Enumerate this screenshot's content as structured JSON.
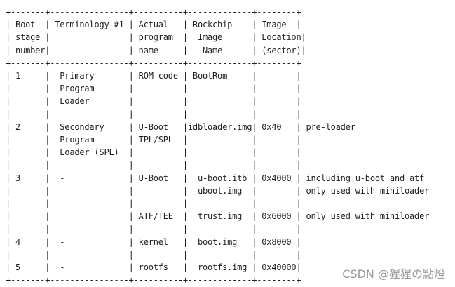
{
  "table_text_lines": [
    "+-------+----------------+----------+-------------+--------+",
    "| Boot  | Terminology #1 | Actual   | Rockchip    | Image  |",
    "| stage |                | program  |  Image      | Location|",
    "| number|                | name     |   Name      | (sector)|",
    "+-------+----------------+----------+-------------+--------+",
    "| 1     |  Primary       | ROM code | BootRom     |        |",
    "|       |  Program       |          |             |        |",
    "|       |  Loader        |          |             |        |",
    "|       |                |          |             |        |",
    "| 2     |  Secondary     | U-Boot   |idbloader.img| 0x40   | pre-loader",
    "|       |  Program       | TPL/SPL  |             |        |",
    "|       |  Loader (SPL)  |          |             |        |",
    "|       |                |          |             |        |",
    "| 3     |  -             | U-Boot   |  u-boot.itb | 0x4000 | including u-boot and atf",
    "|       |                |          |  uboot.img  |        | only used with miniloader",
    "|       |                |          |             |        |",
    "|       |                | ATF/TEE  |  trust.img  | 0x6000 | only used with miniloader",
    "|       |                |          |             |        |",
    "| 4     |  -             | kernel   |  boot.img   | 0x8000 |",
    "|       |                |          |             |        |",
    "| 5     |  -             | rootfs   |  rootfs.img | 0x40000|",
    "+-------+----------------+----------+-------------+--------+"
  ],
  "watermark": "CSDN @猩猩の點燈"
}
